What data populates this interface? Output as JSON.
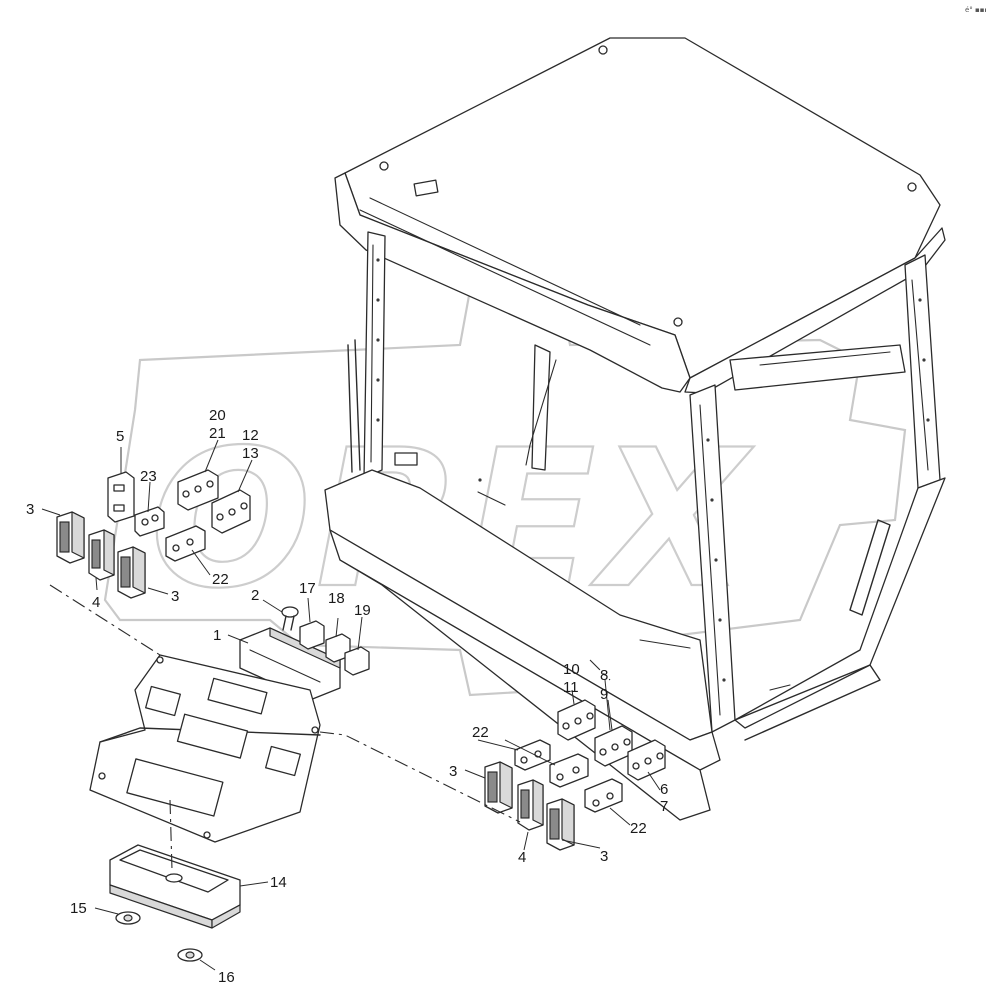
{
  "watermark": {
    "text": "OREX"
  },
  "corner_mark": "é° ▪▪▪",
  "callouts": [
    {
      "id": "c-1",
      "text": "1"
    },
    {
      "id": "c-2",
      "text": "2"
    },
    {
      "id": "c-3a",
      "text": "3"
    },
    {
      "id": "c-3b",
      "text": "3"
    },
    {
      "id": "c-3c",
      "text": "3"
    },
    {
      "id": "c-3d",
      "text": "3"
    },
    {
      "id": "c-4a",
      "text": "4"
    },
    {
      "id": "c-4b",
      "text": "4"
    },
    {
      "id": "c-5",
      "text": "5"
    },
    {
      "id": "c-6",
      "text": "6"
    },
    {
      "id": "c-7",
      "text": "7"
    },
    {
      "id": "c-8",
      "text": "8"
    },
    {
      "id": "c-9",
      "text": "9"
    },
    {
      "id": "c-10",
      "text": "10"
    },
    {
      "id": "c-11",
      "text": "11"
    },
    {
      "id": "c-12",
      "text": "12"
    },
    {
      "id": "c-13",
      "text": "13"
    },
    {
      "id": "c-14",
      "text": "14"
    },
    {
      "id": "c-15",
      "text": "15"
    },
    {
      "id": "c-16",
      "text": "16"
    },
    {
      "id": "c-17",
      "text": "17"
    },
    {
      "id": "c-18",
      "text": "18"
    },
    {
      "id": "c-19",
      "text": "19"
    },
    {
      "id": "c-20",
      "text": "20"
    },
    {
      "id": "c-21",
      "text": "21"
    },
    {
      "id": "c-22a",
      "text": "22"
    },
    {
      "id": "c-22b",
      "text": "22"
    },
    {
      "id": "c-22c",
      "text": "22"
    },
    {
      "id": "c-23",
      "text": "23"
    }
  ]
}
